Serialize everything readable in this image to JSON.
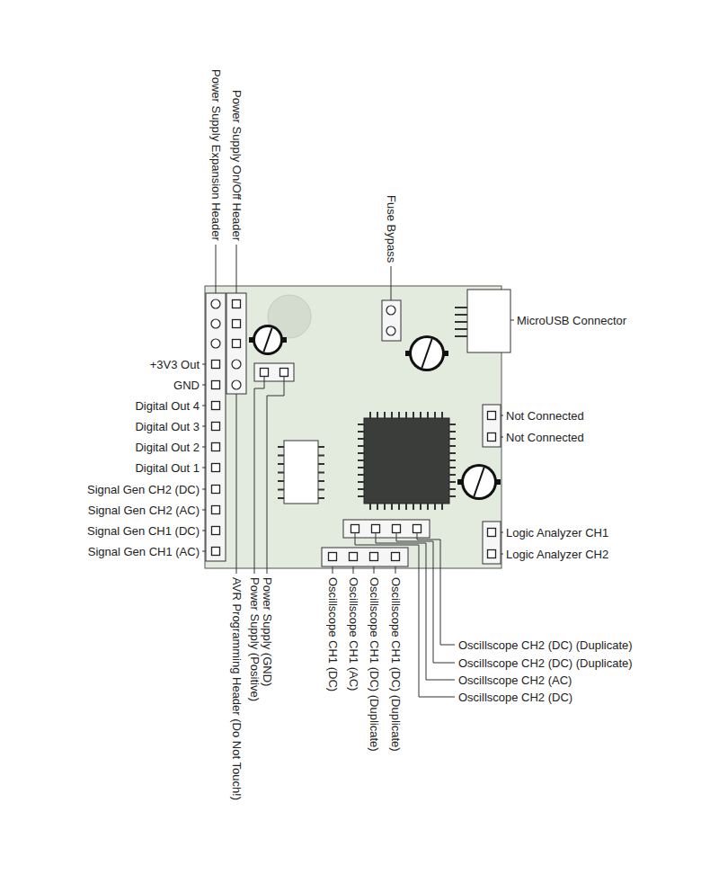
{
  "diagram": {
    "labels": [
      "Power Supply Expansion Header",
      "Power Supply On/Off Header",
      "Fuse Bypass",
      "MicroUSB Connector",
      "+3V3 Out",
      "GND",
      "Digital Out 4",
      "Digital Out 3",
      "Digital Out 2",
      "Digital Out 1",
      "Signal Gen CH2 (DC)",
      "Signal Gen CH2 (AC)",
      "Signal Gen CH1 (DC)",
      "Signal Gen CH1 (AC)",
      "Not Connected",
      "Not Connected",
      "Logic Analyzer CH1",
      "Logic Analyzer CH2",
      "Oscillscope CH2 (DC) (Duplicate)",
      "Oscillscope CH2 (DC) (Duplicate)",
      "Oscillscope CH2 (AC)",
      "Oscillscope CH2 (DC)",
      "Power Supply (GND)",
      "Power Supply (Positive)",
      "AVR Programming Header (Do Not Touch!)",
      "Oscillscope CH1 (DC)",
      "Oscillscope CH1 (AC)",
      "Oscillscope CH1 (DC) (Duplicate)",
      "Oscillscope CH1 (DC) (Duplicate)"
    ]
  }
}
